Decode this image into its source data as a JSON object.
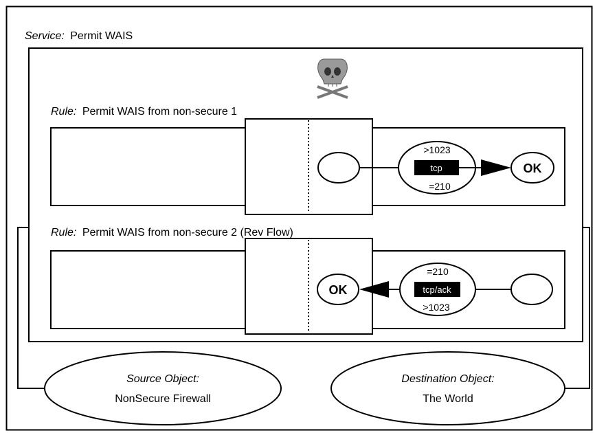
{
  "service": {
    "label": "Service:",
    "name": "Permit WAIS",
    "icon": "skull-crossbones-icon"
  },
  "rules": [
    {
      "label": "Rule:",
      "name": "Permit WAIS from non-secure 1",
      "protocol": "tcp",
      "port_top": ">1023",
      "port_bottom": "=210",
      "result": "OK",
      "direction": "left-to-right"
    },
    {
      "label": "Rule:",
      "name": "Permit WAIS from non-secure 2 (Rev Flow)",
      "protocol": "tcp/ack",
      "port_top": "=210",
      "port_bottom": ">1023",
      "result": "OK",
      "direction": "right-to-left"
    }
  ],
  "source": {
    "label": "Source Object:",
    "name": "NonSecure Firewall"
  },
  "destination": {
    "label": "Destination Object:",
    "name": "The World"
  }
}
